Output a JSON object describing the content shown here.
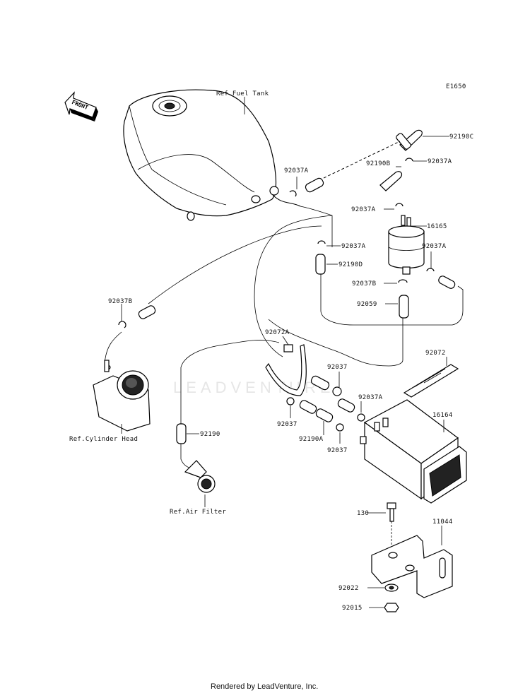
{
  "diagram": {
    "code": "E1650",
    "front_label": "FRONT",
    "watermark": "LEADVENTURE",
    "footer": "Rendered by LeadVenture, Inc.",
    "labels": {
      "ref_fuel_tank": "Ref.Fuel Tank",
      "p92190C": "92190C",
      "p92037A_1": "92037A",
      "p92037A_2": "92037A",
      "p92190B": "92190B",
      "p92037A_3": "92037A",
      "p16165": "16165",
      "p92037A_4": "92037A",
      "p92037A_5": "92037A",
      "p92190D": "92190D",
      "p92037B_1": "92037B",
      "p92059": "92059",
      "p92037B_2": "92037B",
      "p92072A": "92072A",
      "p92072": "92072",
      "p92037_1": "92037",
      "p92037A_6": "92037A",
      "p16164": "16164",
      "p92037_2": "92037",
      "p92190A": "92190A",
      "p92037_3": "92037",
      "ref_cylinder_head": "Ref.Cylinder Head",
      "p92190": "92190",
      "ref_air_filter": "Ref.Air Filter",
      "p130": "130",
      "p11044": "11044",
      "p92022": "92022",
      "p92015": "92015"
    }
  }
}
